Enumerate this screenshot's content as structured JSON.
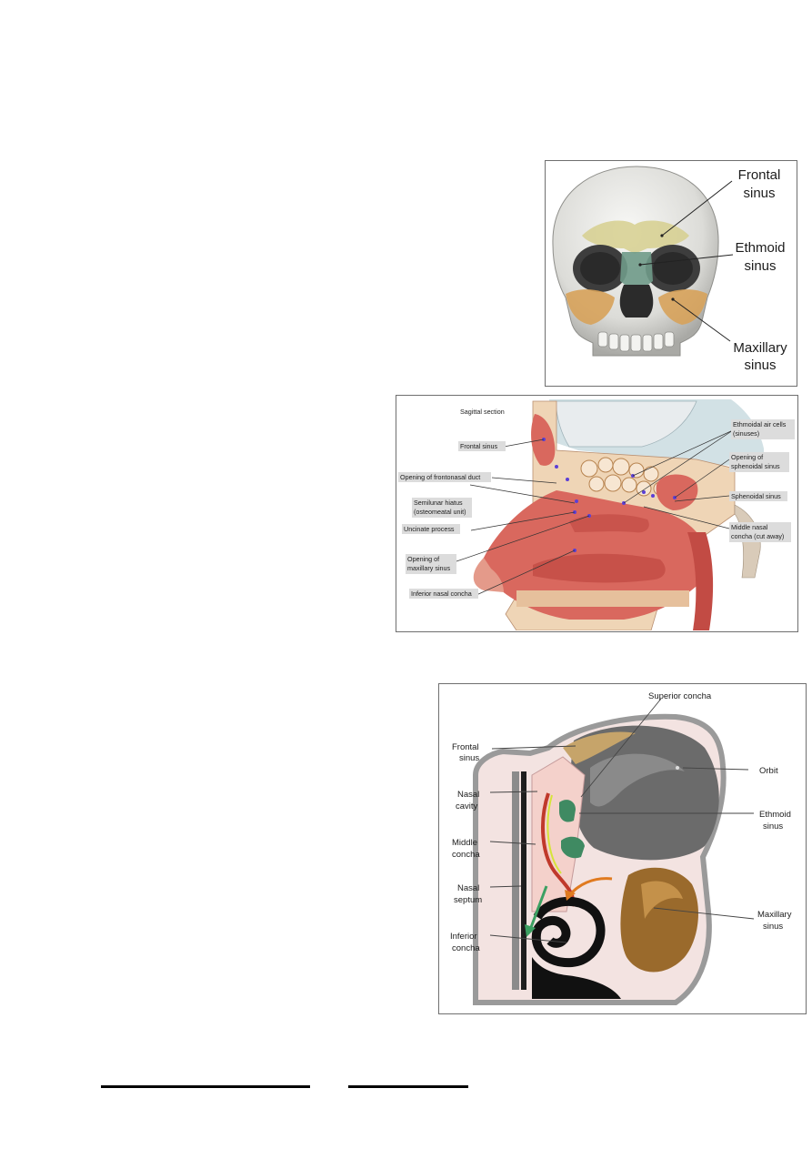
{
  "skull_figure": {
    "labels": {
      "frontal_l1": "Frontal",
      "frontal_l2": "sinus",
      "ethmoid_l1": "Ethmoid",
      "ethmoid_l2": "sinus",
      "maxillary_l1": "Maxillary",
      "maxillary_l2": "sinus"
    },
    "colors": {
      "frontal": "#d6cf8e",
      "ethmoid": "#6f9a88",
      "maxillary": "#d7a25a"
    }
  },
  "sagittal_figure": {
    "title": "Sagittal section",
    "labels": {
      "frontal_sinus": "Frontal sinus",
      "frontonasal_duct": "Opening of frontonasal duct",
      "semilunar_l1": "Semilunar hiatus",
      "semilunar_l2": "(osteomeatal unit)",
      "uncinate": "Uncinate process",
      "opening_max_l1": "Opening of",
      "opening_max_l2": "maxillary sinus",
      "inferior_concha": "Inferior nasal concha",
      "ethmoidal_l1": "Ethmoidal air cells",
      "ethmoidal_l2": "(sinuses)",
      "sphenoidal_open_l1": "Opening of",
      "sphenoidal_open_l2": "sphenoidal sinus",
      "sphenoidal_sinus": "Sphenoidal sinus",
      "middle_concha_l1": "Middle nasal",
      "middle_concha_l2": "concha (cut away)"
    },
    "colors": {
      "mucosa": "#d9685e",
      "bone": "#efd5b6",
      "brain": "#c7d9de"
    }
  },
  "coronal_figure": {
    "labels": {
      "superior_concha": "Superior concha",
      "frontal_l1": "Frontal",
      "frontal_l2": "sinus",
      "nasal_cavity_l1": "Nasal",
      "nasal_cavity_l2": "cavity",
      "middle_l1": "Middle",
      "middle_l2": "concha",
      "septum_l1": "Nasal",
      "septum_l2": "septum",
      "inferior_l1": "Inferior",
      "inferior_l2": "concha",
      "orbit": "Orbit",
      "ethmoid_l1": "Ethmoid",
      "ethmoid_l2": "sinus",
      "maxillary_l1": "Maxillary",
      "maxillary_l2": "sinus"
    },
    "colors": {
      "orbit": "#6b6b6b",
      "maxillary": "#9a6a2c",
      "ethmoid": "#3f8a62",
      "mucosa": "#f2c9c3"
    }
  }
}
